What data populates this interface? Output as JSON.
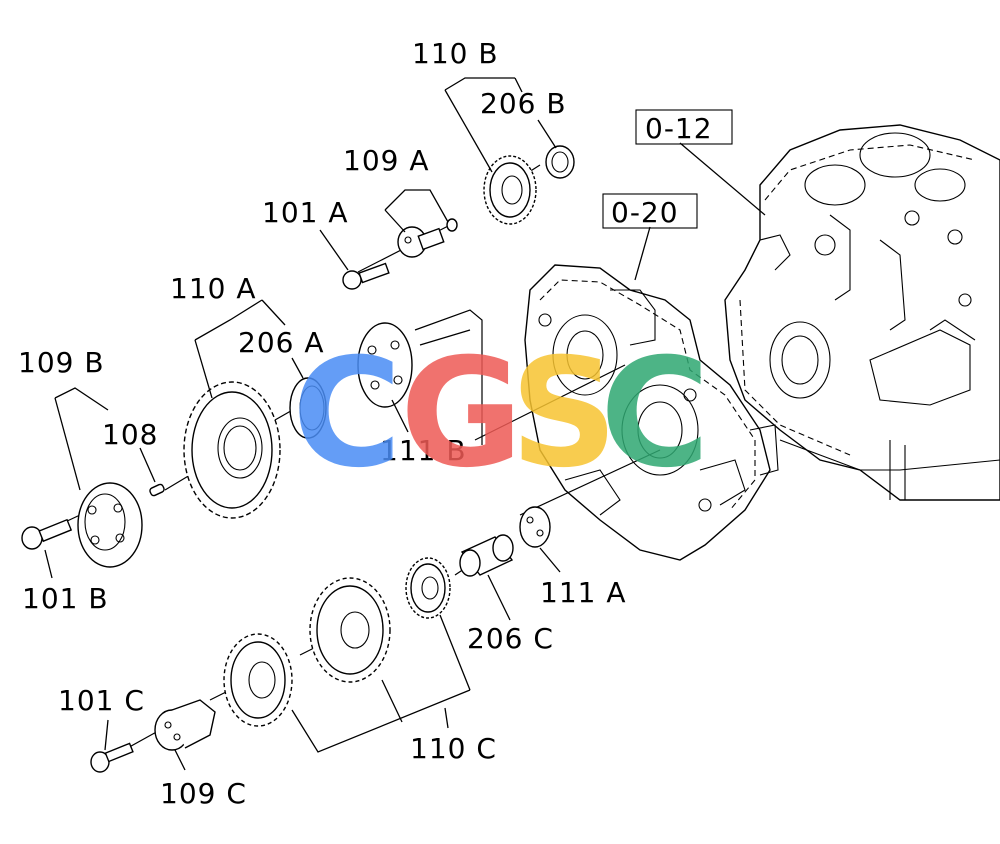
{
  "labels": {
    "l110b": "110 B",
    "l206b": "206 B",
    "l109a": "109 A",
    "l101a": "101 A",
    "l110a": "110 A",
    "l206a": "206 A",
    "l109b": "109 B",
    "l108": "108",
    "l101b": "101 B",
    "l111b": "111 B",
    "l111a": "111 A",
    "l206c": "206 C",
    "l101c": "101 C",
    "l110c": "110 C",
    "l109c": "109 C"
  },
  "refs": {
    "r012": "0-12",
    "r020": "0-20"
  },
  "watermark": {
    "letters": [
      "C",
      "G",
      "S",
      "C"
    ],
    "colors": [
      "#4a8df5",
      "#ee5a55",
      "#f7c431",
      "#2fa872"
    ]
  }
}
